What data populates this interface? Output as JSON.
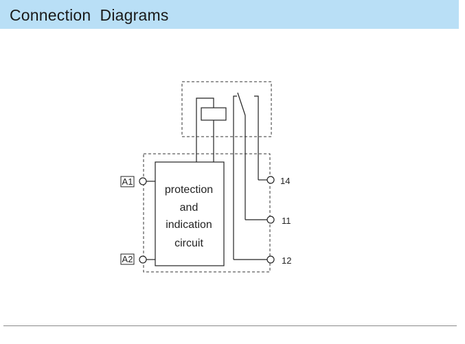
{
  "header": {
    "title": "Connection  Diagrams"
  },
  "diagram": {
    "circuit_label": [
      "protection",
      "and",
      "indication",
      "circuit"
    ],
    "terminals": {
      "a1": "A1",
      "a2": "A2",
      "t14": "14",
      "t11": "11",
      "t12": "12"
    }
  }
}
